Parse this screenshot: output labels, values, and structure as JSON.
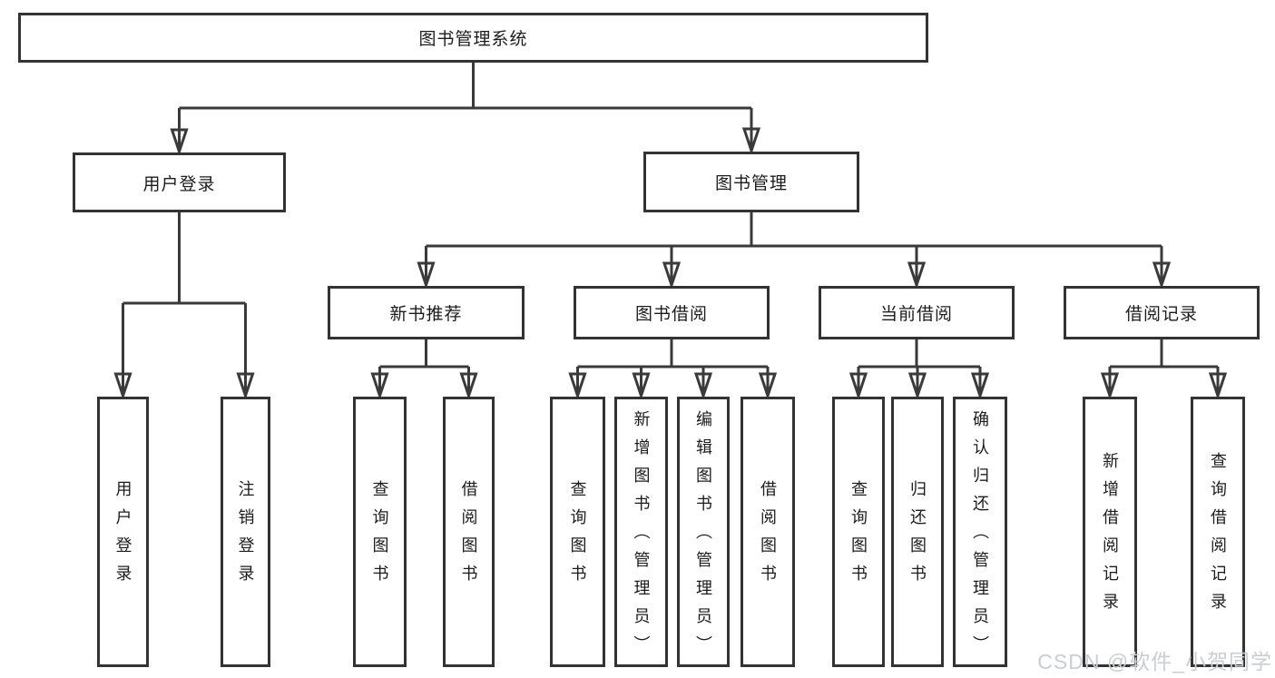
{
  "tree": {
    "root": {
      "label": "图书管理系统"
    },
    "branches": [
      {
        "label": "用户登录",
        "children": [
          {
            "label": "用户登录"
          },
          {
            "label": "注销登录"
          }
        ]
      },
      {
        "label": "图书管理",
        "children": [
          {
            "label": "新书推荐",
            "children": [
              {
                "label": "查询图书"
              },
              {
                "label": "借阅图书"
              }
            ]
          },
          {
            "label": "图书借阅",
            "children": [
              {
                "label": "查询图书"
              },
              {
                "label": "新增图书（管理员）"
              },
              {
                "label": "编辑图书（管理员）"
              },
              {
                "label": "借阅图书"
              }
            ]
          },
          {
            "label": "当前借阅",
            "children": [
              {
                "label": "查询图书"
              },
              {
                "label": "归还图书"
              },
              {
                "label": "确认归还（管理员）"
              }
            ]
          },
          {
            "label": "借阅记录",
            "children": [
              {
                "label": "新增借阅记录"
              },
              {
                "label": "查询借阅记录"
              }
            ]
          }
        ]
      }
    ]
  },
  "watermark": {
    "text": "CSDN @软件_小贺同学"
  },
  "colors": {
    "line": "#3a3a3a",
    "border": "#333333",
    "text": "#1c1c1c",
    "watermark": "#c9ced3",
    "bg": "#ffffff"
  }
}
